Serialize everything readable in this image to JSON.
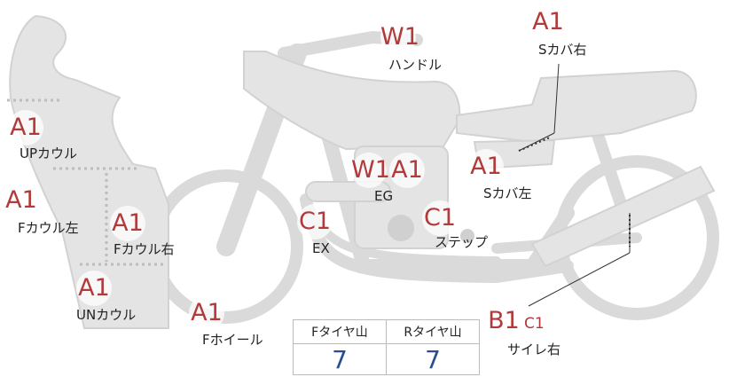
{
  "parts": [
    {
      "code": "A1",
      "label": "UPカウル"
    },
    {
      "code": "A1",
      "label": "Fカウル左"
    },
    {
      "code": "A1",
      "label": "Fカウル右"
    },
    {
      "code": "A1",
      "label": "UNカウル"
    },
    {
      "code": "A1",
      "label": "Fホイール"
    },
    {
      "code": "C1",
      "label": "EX"
    },
    {
      "code": "W1",
      "label": "ハンドル"
    },
    {
      "code": "W1",
      "label": "EG",
      "code2": "A1"
    },
    {
      "code": "C1",
      "label": "ステップ"
    },
    {
      "code": "A1",
      "label": "Sカバ左"
    },
    {
      "code": "A1",
      "label": "Sカバ右"
    },
    {
      "code": "B1",
      "label": "サイレ右",
      "code_small": "C1"
    }
  ],
  "tread": {
    "headers": [
      "Fタイヤ山",
      "Rタイヤ山"
    ],
    "values": [
      "7",
      "7"
    ]
  },
  "colors": {
    "body_fill": "#e4e4e4",
    "body_stroke": "#cfcfcf",
    "code_color": "#b23a3a",
    "value_color": "#2a4d8f"
  }
}
